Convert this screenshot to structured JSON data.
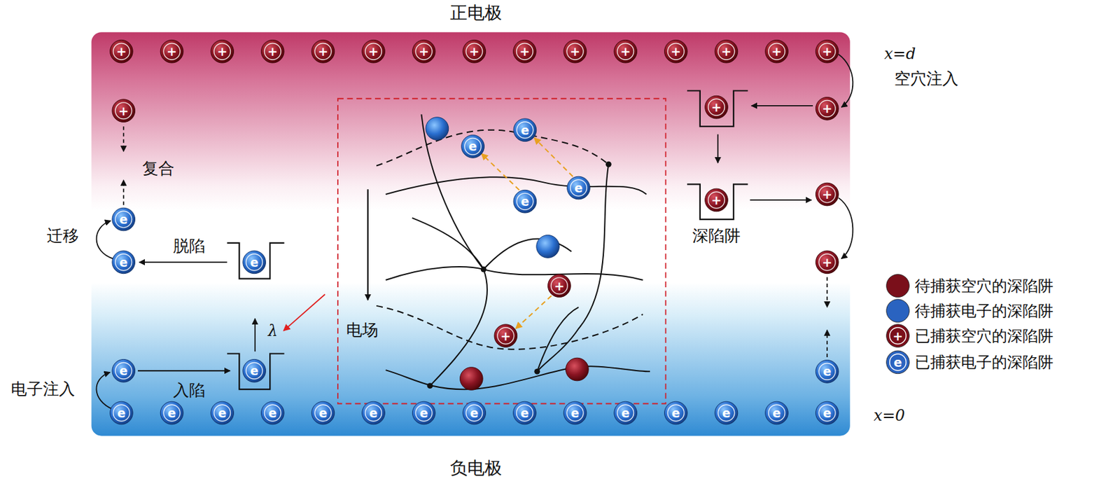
{
  "diagram": {
    "labels": [
      "正电极",
      "负电极",
      "x=d",
      "空穴注入",
      "x=0",
      "复合",
      "迁移",
      "脱陷",
      "入陷",
      "电子注入",
      "λ",
      "电场",
      "深陷阱",
      "+",
      "+",
      "+",
      "+",
      "+",
      "+",
      "+",
      "+",
      "+",
      "+",
      "+",
      "+",
      "+",
      "+",
      "+",
      "e",
      "e",
      "e",
      "e",
      "e",
      "e",
      "e",
      "e",
      "e",
      "e",
      "e",
      "e",
      "e",
      "e",
      "e",
      "+",
      "e",
      "e",
      "e",
      "e",
      "e",
      "e",
      "e",
      "e",
      "e",
      "+",
      "+",
      "+",
      "+",
      "+",
      "+",
      "+",
      "e",
      "+",
      "e"
    ],
    "legend": [
      {
        "text": "待捕获空穴的深陷阱",
        "color": "#7a0f1a"
      },
      {
        "text": "待捕获电子的深陷阱",
        "color": "#2a63c0"
      },
      {
        "text": "已捕获空穴的深陷阱",
        "color": "#7a0f1a"
      },
      {
        "text": "已捕获电子的深陷阱",
        "color": "#2a63c0"
      }
    ]
  }
}
